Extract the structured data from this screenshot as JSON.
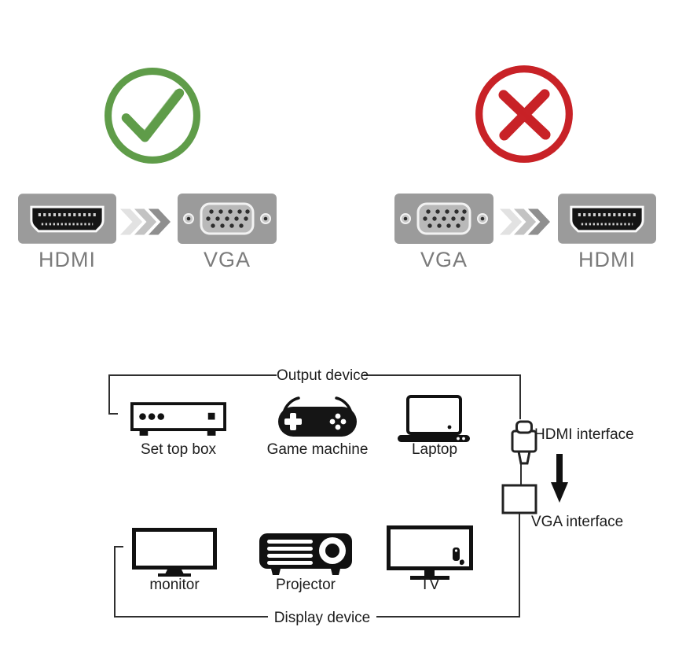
{
  "colors": {
    "check_green": "#5f9c49",
    "cross_red": "#c82227",
    "connector_gray": "#9b9b9b",
    "label_gray": "#7b7b7b",
    "line_black": "#1c1c1c"
  },
  "correct_panel": {
    "verdict": "correct",
    "source_label": "HDMI",
    "target_label": "VGA"
  },
  "wrong_panel": {
    "verdict": "wrong",
    "source_label": "VGA",
    "target_label": "HDMI"
  },
  "flow": {
    "output_group_label": "Output device",
    "display_group_label": "Display device",
    "hdmi_interface_label": "HDMI interface",
    "vga_interface_label": "VGA interface",
    "output_devices": [
      {
        "label": "Set top box"
      },
      {
        "label": "Game machine"
      },
      {
        "label": "Laptop"
      }
    ],
    "display_devices": [
      {
        "label": "monitor"
      },
      {
        "label": "Projector"
      },
      {
        "label": "TV"
      }
    ]
  }
}
